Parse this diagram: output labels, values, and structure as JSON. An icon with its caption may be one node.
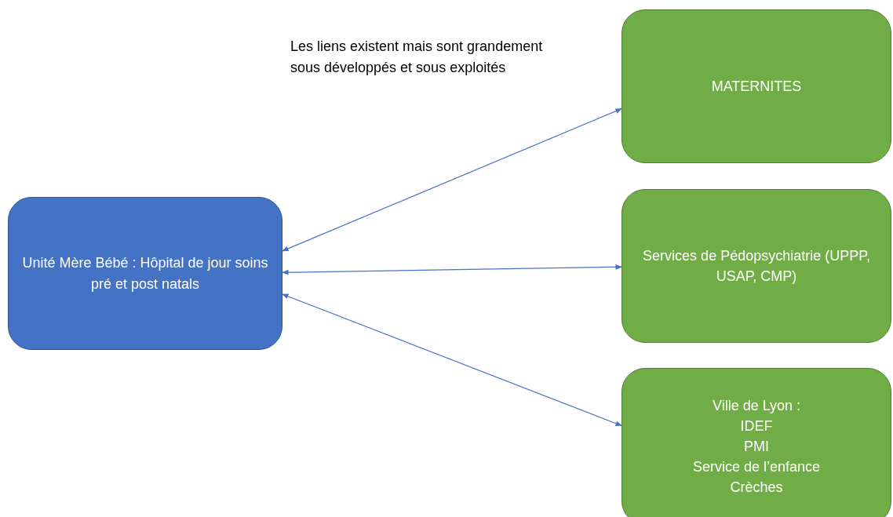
{
  "diagram": {
    "nodes": [
      {
        "text": [
          "Unité Mère Bébé : Hôpital de jour soins pré et post natals"
        ]
      },
      {
        "text": [
          "MATERNITES"
        ]
      },
      {
        "text": [
          "Services de Pédopsychiatrie (UPPP, USAP, CMP)"
        ]
      },
      {
        "text": [
          "Ville de Lyon :",
          "IDEF",
          "PMI",
          "Service de l’enfance",
          "Crèches"
        ]
      }
    ],
    "edges": [
      {
        "from": 0,
        "to": 1,
        "arrow": "both"
      },
      {
        "from": 0,
        "to": 2,
        "arrow": "both"
      },
      {
        "from": 0,
        "to": 3,
        "arrow": "both"
      }
    ],
    "labels": [
      "Les liens existent mais sont grandement sous développés et sous exploités"
    ]
  }
}
